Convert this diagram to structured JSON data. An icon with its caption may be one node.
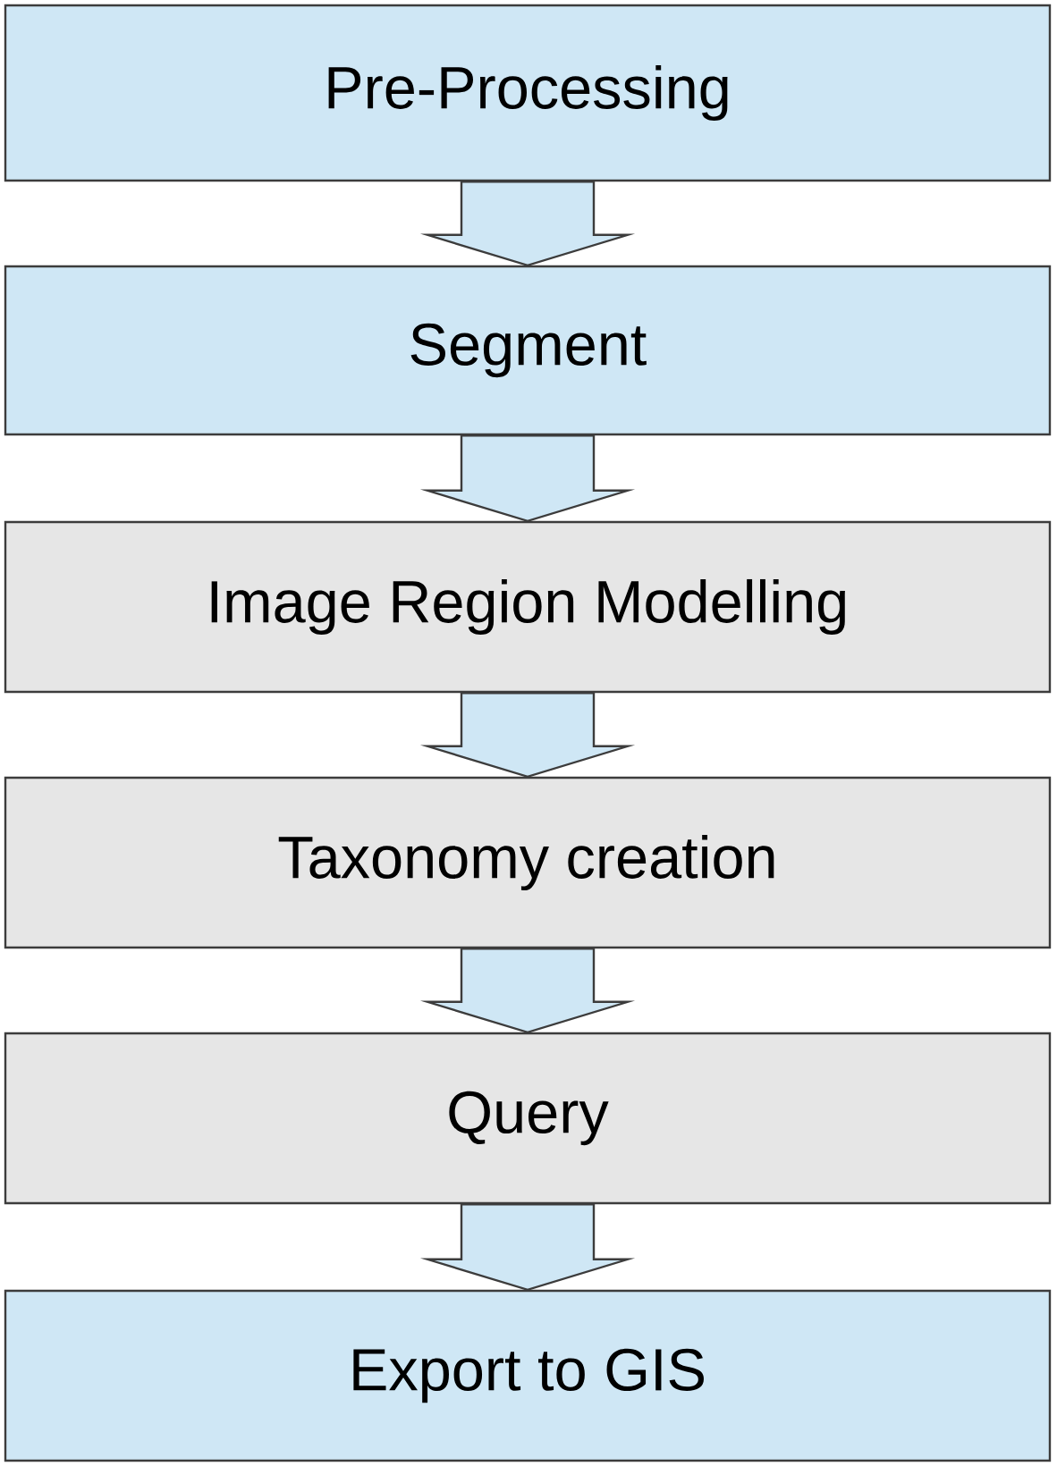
{
  "diagram": {
    "nodes": [
      {
        "text": [
          "Pre-Processing"
        ]
      },
      {
        "text": [
          "Segment"
        ]
      },
      {
        "text": [
          "Image Region Modelling"
        ]
      },
      {
        "text": [
          "Taxonomy creation"
        ]
      },
      {
        "text": [
          "Query"
        ]
      },
      {
        "text": [
          "Export to GIS"
        ]
      }
    ],
    "edges": [
      {
        "from": 0,
        "to": 1,
        "arrow": "to"
      },
      {
        "from": 1,
        "to": 2,
        "arrow": "to"
      },
      {
        "from": 2,
        "to": 3,
        "arrow": "to"
      },
      {
        "from": 3,
        "to": 4,
        "arrow": "to"
      },
      {
        "from": 4,
        "to": 5,
        "arrow": "to"
      }
    ]
  }
}
